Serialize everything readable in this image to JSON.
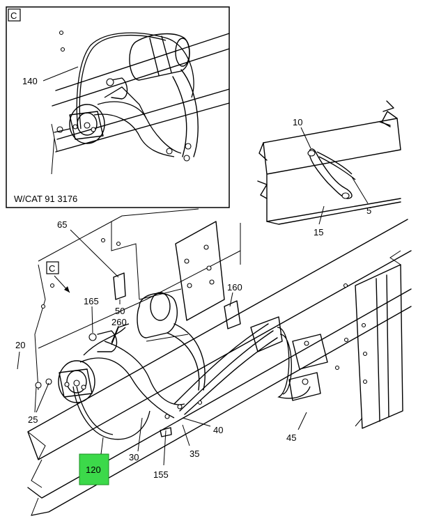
{
  "detail_view": {
    "letter": "C",
    "note": "W/CAT 91 3176",
    "callouts": [
      "140"
    ]
  },
  "main_view": {
    "view_ref": "C",
    "callouts": [
      "65",
      "50",
      "165",
      "260",
      "160",
      "20",
      "25",
      "120",
      "30",
      "155",
      "35",
      "40",
      "45"
    ],
    "highlighted_callout": "120",
    "highlight_color": "#3cd94a"
  },
  "clamp_detail": {
    "callouts": [
      "10",
      "5",
      "15"
    ]
  }
}
